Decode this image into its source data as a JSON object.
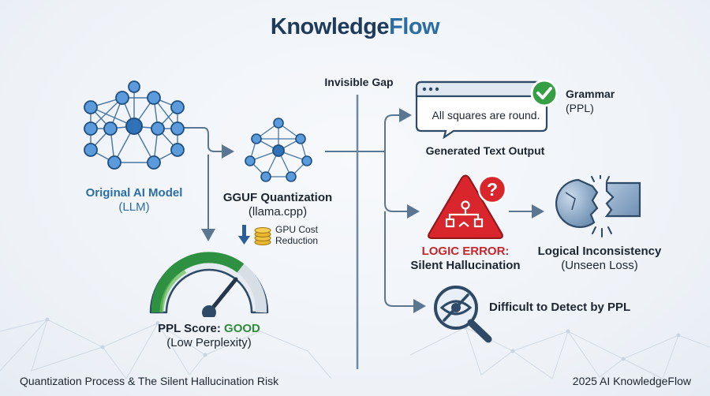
{
  "brand": {
    "part1": "Knowledge",
    "part2": "Flow"
  },
  "original_model": {
    "title": "Original AI Model",
    "subtitle": "(LLM)"
  },
  "quantization": {
    "title": "GGUF Quantization",
    "subtitle": "(llama.cpp)",
    "cost_line1": "GPU Cost",
    "cost_line2": "Reduction"
  },
  "gap_label": "Invisible Gap",
  "ppl": {
    "prefix": "PPL Score: ",
    "status": "GOOD",
    "subtitle": "(Low Perplexity)"
  },
  "text_output": {
    "bubble_text": "All squares are round.",
    "caption": "Generated Text Output",
    "grammar_label": "Grammar",
    "grammar_sub": "(PPL)"
  },
  "logic_error": {
    "line1": "LOGIC ERROR:",
    "line2": "Silent Hallucination",
    "icon_glyph": "?"
  },
  "inconsistency": {
    "title": "Logical Inconsistency",
    "subtitle": "(Unseen Loss)"
  },
  "detect_label": "Difficult to Detect by PPL",
  "footer": {
    "left": "Quantization Process & The Silent Hallucination Risk",
    "right": "2025 AI KnowledgeFlow"
  },
  "colors": {
    "navy": "#1f3b5c",
    "accent_blue": "#2c6da3",
    "node_blue": "#4a90d9",
    "error_red": "#d8262c",
    "good_green": "#2e8b38",
    "arrow_gray": "#5b7690"
  },
  "icons": [
    "neural-network-icon",
    "small-neural-network-icon",
    "down-arrow-icon",
    "coin-stack-icon",
    "gauge-icon",
    "checkmark-icon",
    "warning-triangle-icon",
    "question-mark-icon",
    "broken-sphere-cube-icon",
    "magnifier-eye-slash-icon"
  ]
}
